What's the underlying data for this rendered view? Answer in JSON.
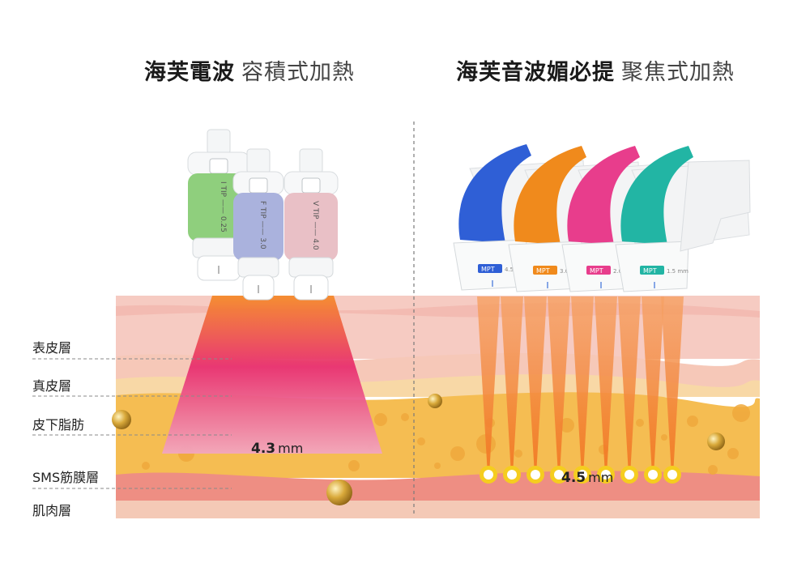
{
  "titles": {
    "left": {
      "bold": "海芙電波",
      "sub": "容積式加熱"
    },
    "right": {
      "bold": "海芙音波媚必提",
      "sub": "聚焦式加熱"
    }
  },
  "layers": [
    {
      "label": "表皮層"
    },
    {
      "label": "真皮層"
    },
    {
      "label": "皮下脂肪"
    },
    {
      "label": "SMS筋膜層"
    },
    {
      "label": "肌肉層"
    }
  ],
  "depths": {
    "left": {
      "value": "4.3",
      "unit": "mm"
    },
    "right": {
      "value": "4.5",
      "unit": "mm"
    }
  },
  "rf_tips": [
    {
      "name": "I TIP",
      "size": "0.25",
      "color": "#8fcf7d"
    },
    {
      "name": "F TIP",
      "size": "3.0",
      "color": "#aab2dd"
    },
    {
      "name": "V TIP",
      "size": "4.0",
      "color": "#e9c0c6"
    }
  ],
  "hifu_cartridges": [
    {
      "label": "MPT",
      "size": "4.5",
      "color": "#2f5fd6"
    },
    {
      "label": "MPT",
      "size": "3.0",
      "color": "#f08a1c"
    },
    {
      "label": "MPT",
      "size": "2.0",
      "color": "#e83d8c"
    },
    {
      "label": "MPT",
      "size": "1.5 mm",
      "color": "#22b5a4"
    }
  ],
  "colors": {
    "epidermis": "#f6c9c0",
    "dermis": "#f4b8ae",
    "fat": "#f5bd4f",
    "sms": "#ef8f85",
    "muscle": "#f3c6b4",
    "beam": "#f5853c"
  }
}
